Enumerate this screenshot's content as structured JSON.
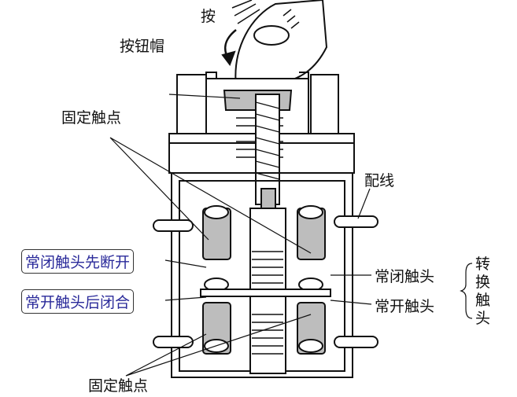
{
  "labels": {
    "press": "按",
    "button_cap": "按钮帽",
    "fixed_contact_top": "固定触点",
    "wiring": "配线",
    "nc_opens_first": "常闭触头先断开",
    "no_closes_after": "常开触头后闭合",
    "nc_contact": "常闭触头",
    "no_contact": "常开触头",
    "changeover_contact": "转换触头",
    "fixed_contact_bottom": "固定触点"
  },
  "colors": {
    "callout_text": "#2a2a9a",
    "line": "#111111",
    "shade": "#bdbdbd"
  }
}
